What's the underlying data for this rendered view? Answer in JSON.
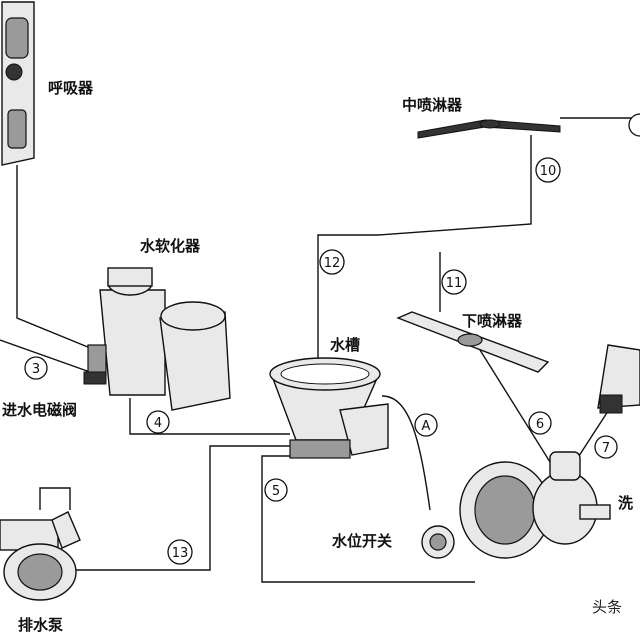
{
  "labels": {
    "breather": "呼吸器",
    "softener": "水软化器",
    "inlet_valve": "进水电磁阀",
    "tank": "水槽",
    "upper_sprayer": "中喷淋器",
    "lower_sprayer": "下喷淋器",
    "level_switch": "水位开关",
    "drain_pump": "排水泵",
    "wash_pump_partial": "洗"
  },
  "flow_markers": {
    "m3": "3",
    "m4": "4",
    "m5": "5",
    "m6": "6",
    "m7": "7",
    "m10": "10",
    "m11": "11",
    "m12": "12",
    "m13": "13",
    "mA": "A"
  },
  "watermark": "头条"
}
